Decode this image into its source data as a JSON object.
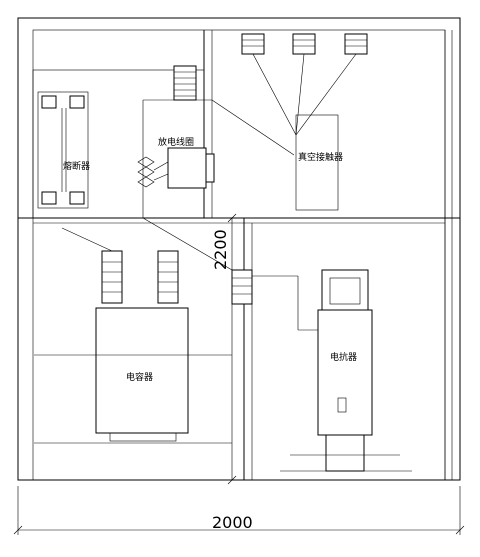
{
  "labels": {
    "fuse": "熔断器",
    "discharge_coil": "放电线圈",
    "vacuum_contactor": "真空接触器",
    "capacitor": "电容器",
    "reactor": "电抗器"
  },
  "dimensions": {
    "width": "2000",
    "height": "2200"
  }
}
